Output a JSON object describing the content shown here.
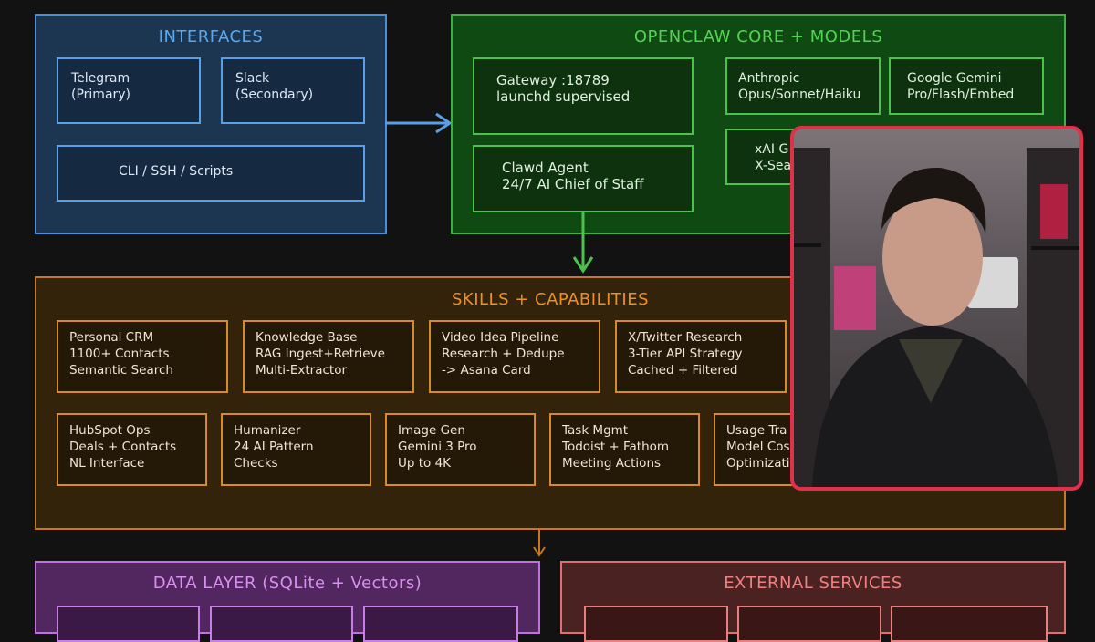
{
  "interfaces": {
    "title": "INTERFACES",
    "items": [
      "Telegram\n(Primary)",
      "Slack\n(Secondary)",
      "CLI / SSH / Scripts"
    ]
  },
  "core": {
    "title": "OPENCLAW CORE + MODELS",
    "gateway": "Gateway :18789\nlaunchd supervised",
    "agent": "Clawd Agent\n24/7 AI Chief of Staff",
    "models": [
      "Anthropic\nOpus/Sonnet/Haiku",
      "Google Gemini\nPro/Flash/Embed",
      "xAI G\nX-Sea"
    ]
  },
  "skills": {
    "title": "SKILLS + CAPABILITIES",
    "row1": [
      "Personal CRM\n1100+ Contacts\nSemantic Search",
      "Knowledge Base\nRAG Ingest+Retrieve\nMulti-Extractor",
      "Video Idea Pipeline\nResearch + Dedupe\n-> Asana Card",
      "X/Twitter Research\n3-Tier API Strategy\nCached + Filtered"
    ],
    "row2": [
      "HubSpot Ops\nDeals + Contacts\nNL Interface",
      "Humanizer\n24 AI Pattern\nChecks",
      "Image Gen\nGemini 3 Pro\nUp to 4K",
      "Task Mgmt\nTodoist + Fathom\nMeeting Actions",
      "Usage Tra\nModel Cos\nOptimizati"
    ]
  },
  "data_layer": {
    "title": "DATA LAYER (SQLite + Vectors)"
  },
  "external": {
    "title": "EXTERNAL SERVICES"
  },
  "colors": {
    "video_border": "#e0304a",
    "interfaces": "#4a90d9",
    "core": "#3cb043",
    "skills": "#c8781e",
    "data": "#c070e0",
    "external": "#e07070"
  }
}
